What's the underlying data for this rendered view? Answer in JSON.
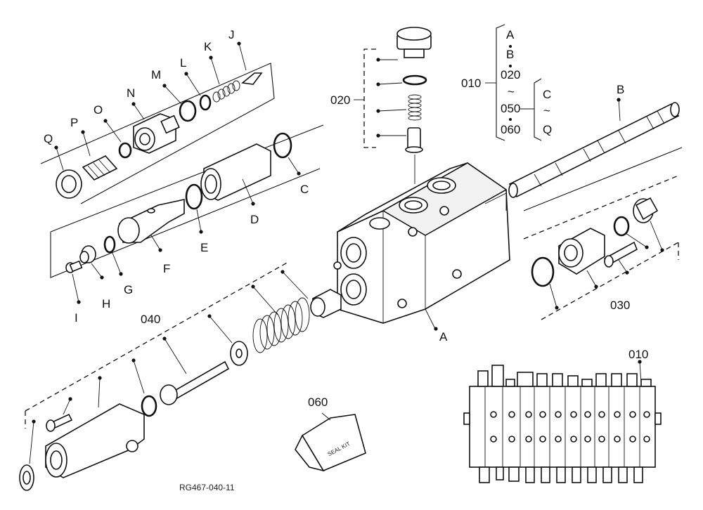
{
  "labels": {
    "A": "A",
    "B": "B",
    "C": "C",
    "D": "D",
    "E": "E",
    "F": "F",
    "G": "G",
    "H": "H",
    "I": "I",
    "J": "J",
    "K": "K",
    "L": "L",
    "M": "M",
    "N": "N",
    "O": "O",
    "P": "P",
    "Q": "Q"
  },
  "groups": {
    "g010": "010",
    "g020": "020",
    "g030": "030",
    "g040": "040",
    "g060": "060",
    "g010_inset": "010"
  },
  "legend_010": {
    "line1": "A",
    "line2": "B",
    "line3": "020",
    "tilde1": "~",
    "line4": "050",
    "line5": "060",
    "sub1": "C",
    "tilde2": "~",
    "sub2": "Q"
  },
  "seal_kit": "SEAL KIT",
  "figure_id": "RG467-040-11"
}
